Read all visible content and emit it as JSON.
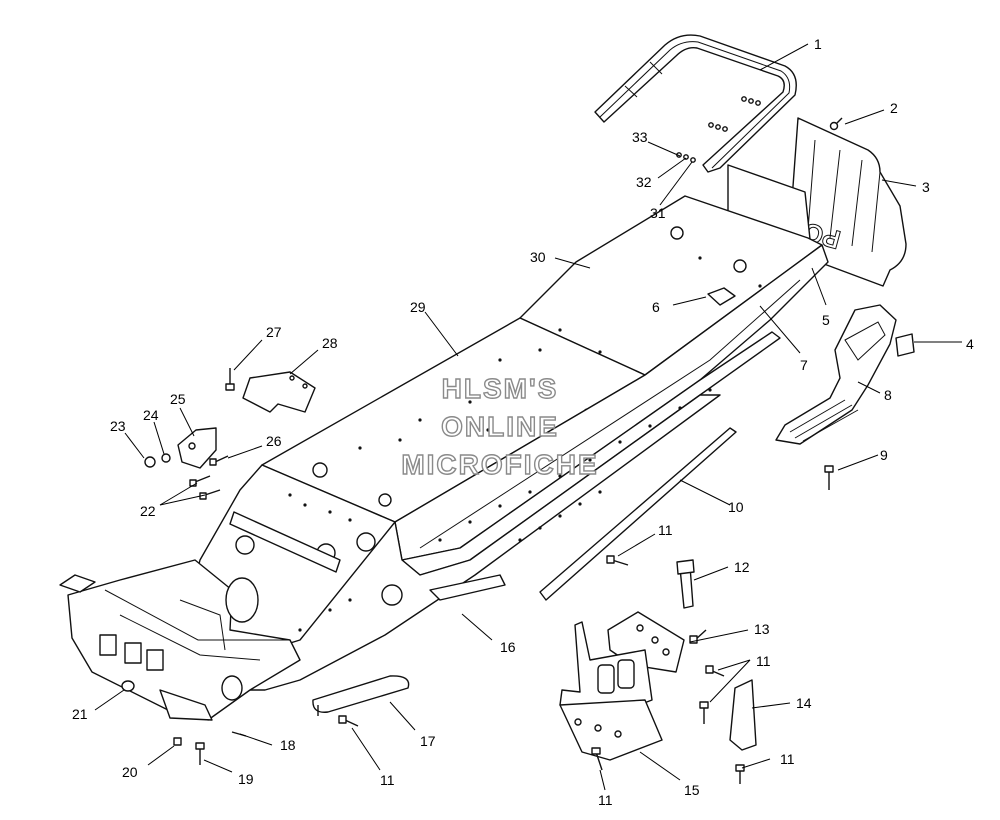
{
  "watermark": {
    "line1": "HLSM'S",
    "line2": "ONLINE",
    "line3": "MICROFICHE",
    "color": "#8a8a8a"
  },
  "callouts": [
    {
      "id": "c1",
      "text": "1"
    },
    {
      "id": "c2",
      "text": "2"
    },
    {
      "id": "c3",
      "text": "3"
    },
    {
      "id": "c4",
      "text": "4"
    },
    {
      "id": "c5",
      "text": "5"
    },
    {
      "id": "c6",
      "text": "6"
    },
    {
      "id": "c7",
      "text": "7"
    },
    {
      "id": "c8",
      "text": "8"
    },
    {
      "id": "c9",
      "text": "9"
    },
    {
      "id": "c10",
      "text": "10"
    },
    {
      "id": "c11a",
      "text": "11"
    },
    {
      "id": "c11b",
      "text": "11"
    },
    {
      "id": "c11c",
      "text": "11"
    },
    {
      "id": "c11d",
      "text": "11"
    },
    {
      "id": "c11e",
      "text": "11"
    },
    {
      "id": "c12",
      "text": "12"
    },
    {
      "id": "c13",
      "text": "13"
    },
    {
      "id": "c14",
      "text": "14"
    },
    {
      "id": "c15",
      "text": "15"
    },
    {
      "id": "c16",
      "text": "16"
    },
    {
      "id": "c17",
      "text": "17"
    },
    {
      "id": "c18",
      "text": "18"
    },
    {
      "id": "c19",
      "text": "19"
    },
    {
      "id": "c20",
      "text": "20"
    },
    {
      "id": "c21",
      "text": "21"
    },
    {
      "id": "c22",
      "text": "22"
    },
    {
      "id": "c23",
      "text": "23"
    },
    {
      "id": "c24",
      "text": "24"
    },
    {
      "id": "c25",
      "text": "25"
    },
    {
      "id": "c26",
      "text": "26"
    },
    {
      "id": "c27",
      "text": "27"
    },
    {
      "id": "c28",
      "text": "28"
    },
    {
      "id": "c29",
      "text": "29"
    },
    {
      "id": "c30",
      "text": "30"
    },
    {
      "id": "c31",
      "text": "31"
    },
    {
      "id": "c32",
      "text": "32"
    },
    {
      "id": "c33",
      "text": "33"
    }
  ]
}
